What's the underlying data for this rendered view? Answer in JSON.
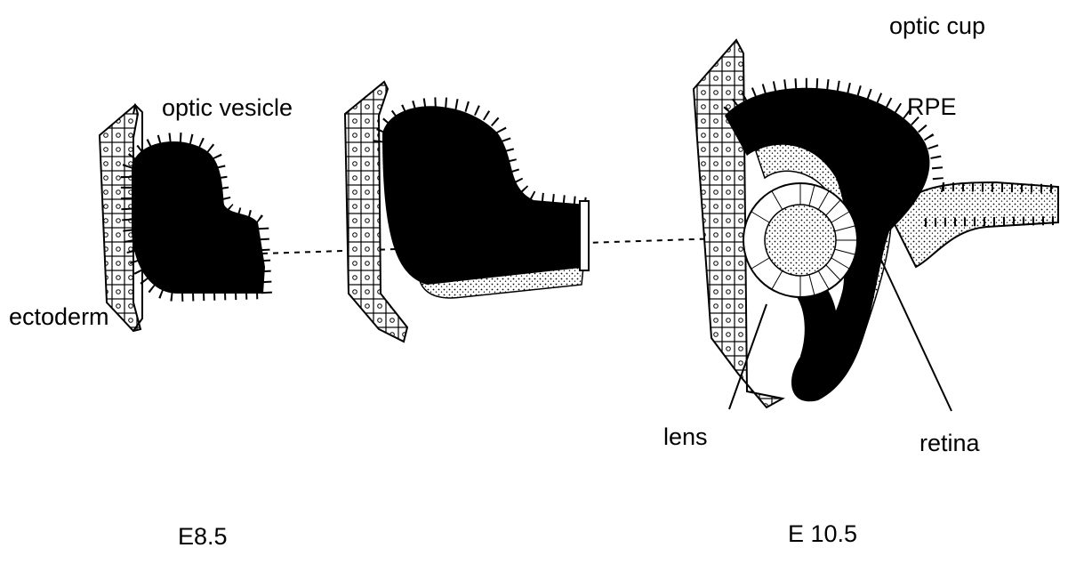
{
  "labels": {
    "optic_vesicle": "optic vesicle",
    "optic_cup": "optic cup",
    "ectoderm": "ectoderm",
    "rpe": "RPE",
    "lens": "lens",
    "retina": "retina"
  },
  "stages": {
    "early": "E8.5",
    "late": "E 10.5"
  },
  "colors": {
    "ink": "#000000",
    "paper": "#ffffff",
    "stipple": "#555555"
  }
}
